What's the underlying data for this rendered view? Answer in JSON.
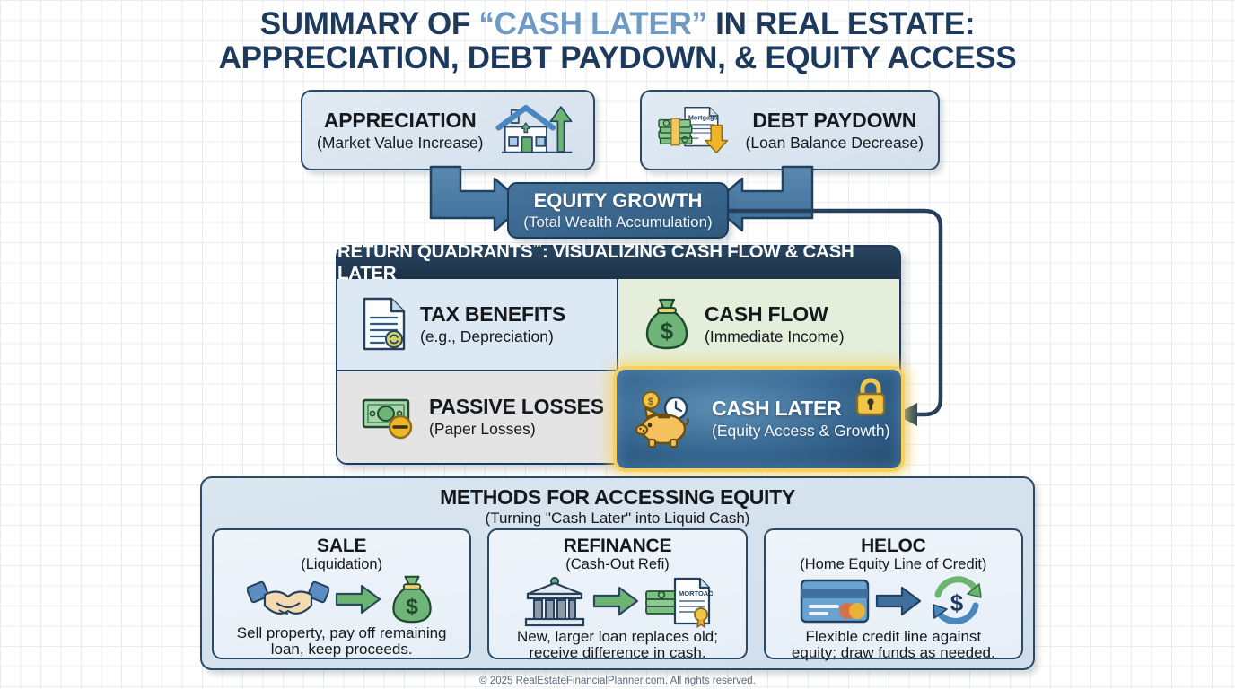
{
  "title": {
    "line1_pre": "SUMMARY OF ",
    "line1_hl": "“CASH LATER”",
    "line1_post": " IN REAL ESTATE:",
    "line2": "APPRECIATION, DEBT PAYDOWN, & EQUITY ACCESS"
  },
  "top_boxes": [
    {
      "id": "appreciation",
      "heading": "APPRECIATION",
      "subtitle": "(Market Value Increase)",
      "icons": [
        "house-icon",
        "up-arrow-icon"
      ]
    },
    {
      "id": "debt_paydown",
      "heading": "DEBT PAYDOWN",
      "subtitle": "(Loan Balance Decrease)",
      "icons": [
        "cash-stack-icon",
        "mortgage-document-icon",
        "down-arrow-icon"
      ],
      "document_label": "Mortgags"
    }
  ],
  "equity_growth": {
    "heading": "EQUITY GROWTH",
    "subtitle": "(Total Wealth Accumulation)"
  },
  "quadrants": {
    "header": "RETURN QUADRANTS",
    "header_tm": "™",
    "header_rest": ": VISUALIZING CASH FLOW & CASH LATER",
    "cells": [
      {
        "id": "tax_benefits",
        "heading": "TAX BENEFITS",
        "subtitle": "(e.g., Depreciation)",
        "icon": "document-refresh-icon",
        "bg": "#dce8f3"
      },
      {
        "id": "cash_flow",
        "heading": "CASH FLOW",
        "subtitle": "(Immediate Income)",
        "icon": "money-bag-icon",
        "bg": "#e4eedb"
      },
      {
        "id": "passive_losses",
        "heading": "PASSIVE LOSSES",
        "subtitle": "(Paper Losses)",
        "icon": "banknote-minus-icon",
        "bg": "#e4e4e4"
      },
      {
        "id": "cash_later",
        "heading": "CASH LATER",
        "subtitle": "(Equity Access & Growth)",
        "icon": "piggy-bank-clock-icon",
        "badge_icon": "lock-icon",
        "highlight_color": "#f6d060"
      }
    ]
  },
  "methods": {
    "heading": "METHODS FOR ACCESSING EQUITY",
    "subtitle": "(Turning \"Cash Later\" into Liquid Cash)",
    "cards": [
      {
        "id": "sale",
        "heading": "SALE",
        "subtitle": "(Liquidation)",
        "icons": [
          "handshake-icon",
          "green-arrow-icon",
          "money-bag-icon"
        ],
        "description": "Sell property, pay off remaining\nloan, keep proceeds."
      },
      {
        "id": "refinance",
        "heading": "REFINANCE",
        "subtitle": "(Cash-Out Refi)",
        "icons": [
          "bank-icon",
          "green-arrow-icon",
          "cash-and-mortgage-doc-icon"
        ],
        "document_label": "MORTOAOE",
        "description": "New, larger loan replaces old;\nreceive difference in cash."
      },
      {
        "id": "heloc",
        "heading": "HELOC",
        "subtitle": "(Home Equity Line of Credit)",
        "icons": [
          "credit-card-icon",
          "blue-arrow-icon",
          "recycle-dollar-icon"
        ],
        "description": "Flexible credit line against\nequity; draw funds as needed."
      }
    ]
  },
  "footer": "© 2025 RealEstateFinancialPlanner.com. All rights reserved.",
  "colors": {
    "title_dark": "#1d3a5c",
    "title_highlight": "#6f9ac4",
    "panel_border": "#2c4a66",
    "equity_fill": "#2f5a80",
    "connector": "#44719b",
    "highlight_gold": "#f6d060",
    "green": "#6aa84f",
    "quad_header_bg": "#1d3249"
  }
}
